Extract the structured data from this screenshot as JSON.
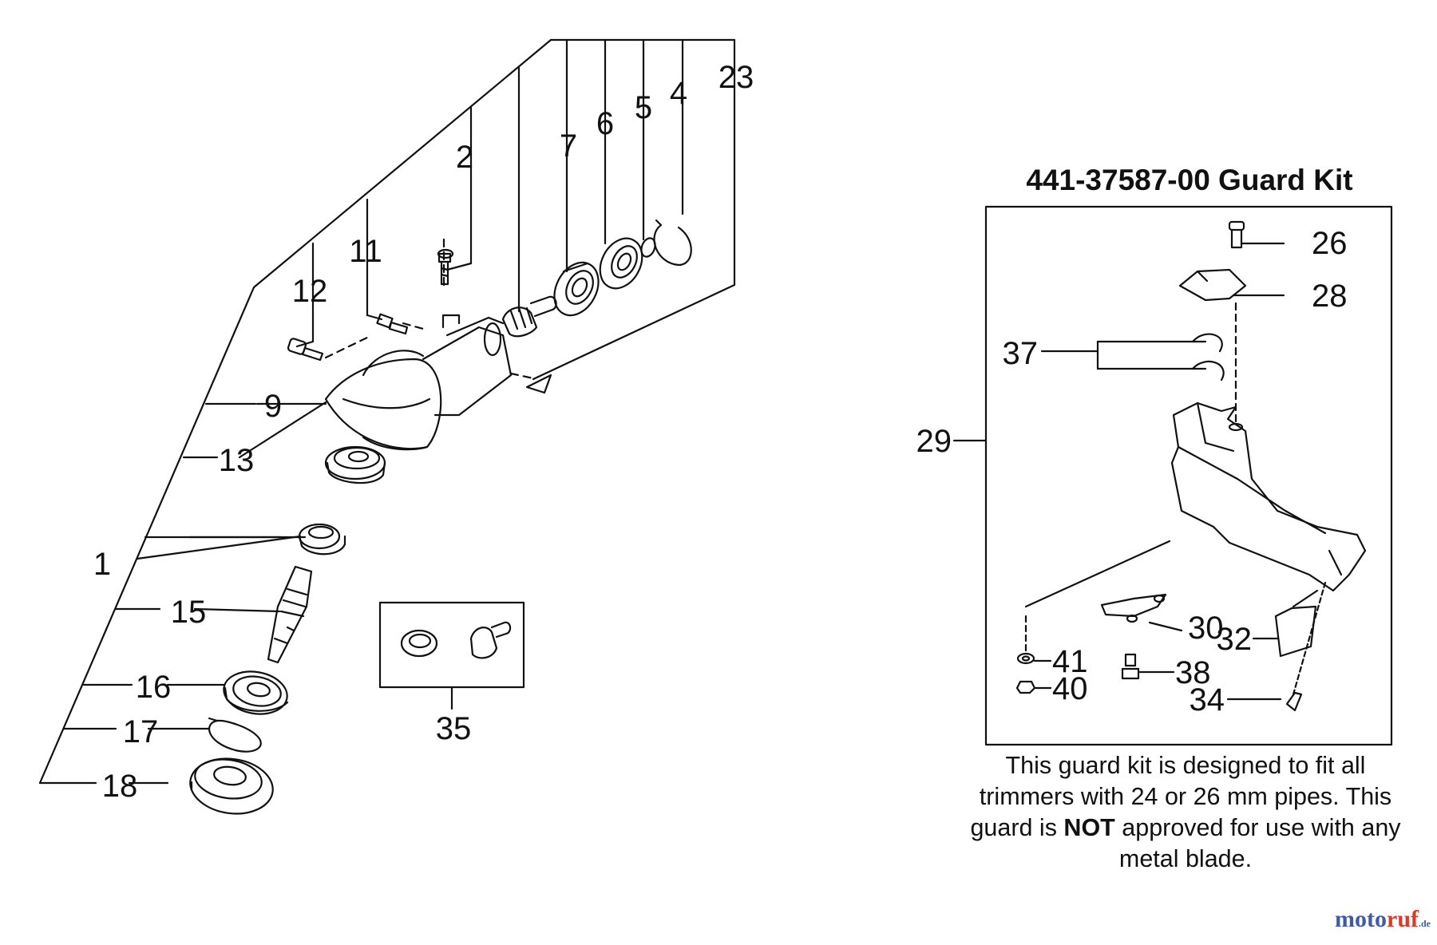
{
  "callouts": {
    "c1": "1",
    "c2": "2",
    "c4": "4",
    "c5": "5",
    "c6": "6",
    "c7": "7",
    "c9": "9",
    "c11": "11",
    "c12": "12",
    "c13": "13",
    "c15": "15",
    "c16": "16",
    "c17": "17",
    "c18": "18",
    "c23": "23",
    "c35": "35",
    "c26": "26",
    "c28": "28",
    "c29": "29",
    "c30": "30",
    "c32": "32",
    "c34": "34",
    "c37": "37",
    "c38": "38",
    "c40": "40",
    "c41": "41"
  },
  "guard_kit": {
    "title": "441-37587-00 Guard Kit",
    "note_part1": "This guard kit is designed to fit all trimmers with 24 or 26 mm pipes. This guard is ",
    "note_bold": "NOT",
    "note_part2": " approved for use with any metal blade."
  },
  "watermark": {
    "brand_main": "moto",
    "brand_accent": "ruf",
    "brand_suffix": ".de"
  },
  "colors": {
    "line": "#111111",
    "brand_blue": "#3f5aa8",
    "brand_red": "#d93a2a"
  }
}
